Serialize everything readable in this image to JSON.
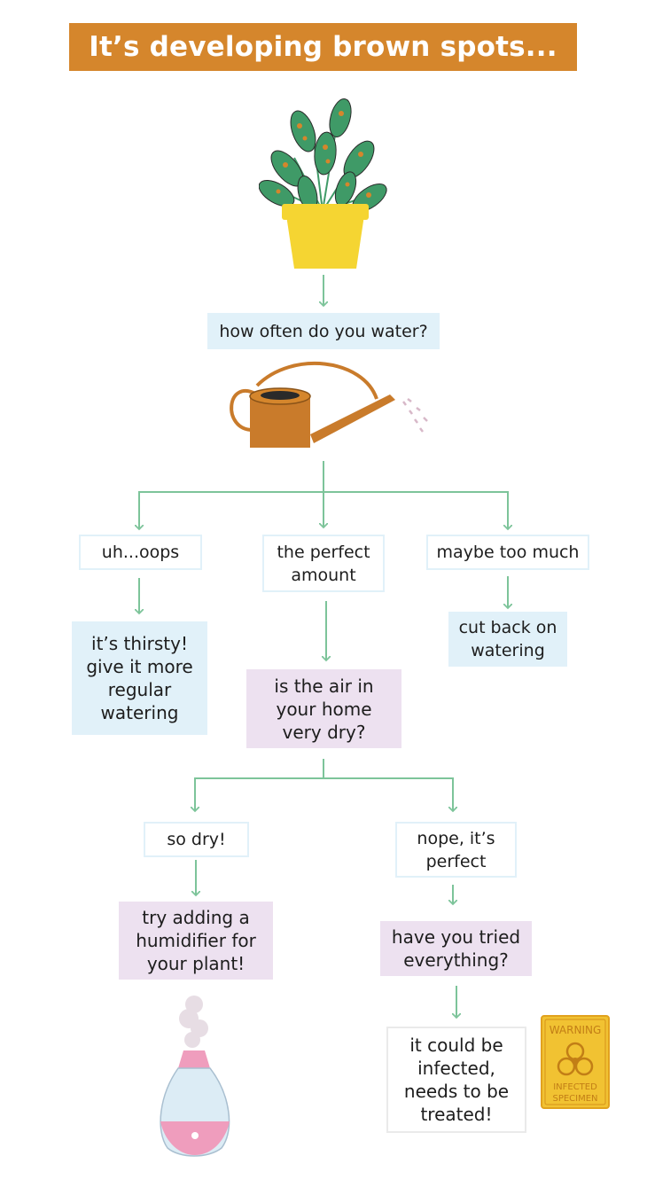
{
  "title": "It’s developing brown spots...",
  "nodes": {
    "q_water": "how often do you water?",
    "a_oops": "uh...oops",
    "a_perfect": [
      "the perfect",
      "amount"
    ],
    "a_too_much": "maybe too much",
    "r_thirsty": [
      "it’s thirsty!",
      "give it more",
      "regular",
      "watering"
    ],
    "r_cut_back": [
      "cut back on",
      "watering"
    ],
    "q_air": [
      "is the air in",
      "your home",
      "very dry?"
    ],
    "a_so_dry": "so dry!",
    "a_nope": [
      "nope, it’s",
      "perfect"
    ],
    "r_humidifier": [
      "try adding a",
      "humidifier for",
      "your plant!"
    ],
    "q_tried": [
      "have you tried",
      "everything?"
    ],
    "r_infected": [
      "it could be",
      "infected,",
      "needs to be",
      "treated!"
    ]
  },
  "warning_sign": {
    "top": "WARNING",
    "bottom1": "INFECTED",
    "bottom2": "SPECIMEN"
  },
  "colors": {
    "title_bg": "#d5862c",
    "arrow": "#7dc49a",
    "question_bg": "#e1f1f9",
    "purple_bg": "#ede1f0",
    "pot": "#f5d532",
    "leaf": "#3f9a67",
    "spot": "#d5862c",
    "can": "#c97b2b",
    "humidifier_pink": "#ef9dbd",
    "warning_bg": "#f1c232"
  }
}
